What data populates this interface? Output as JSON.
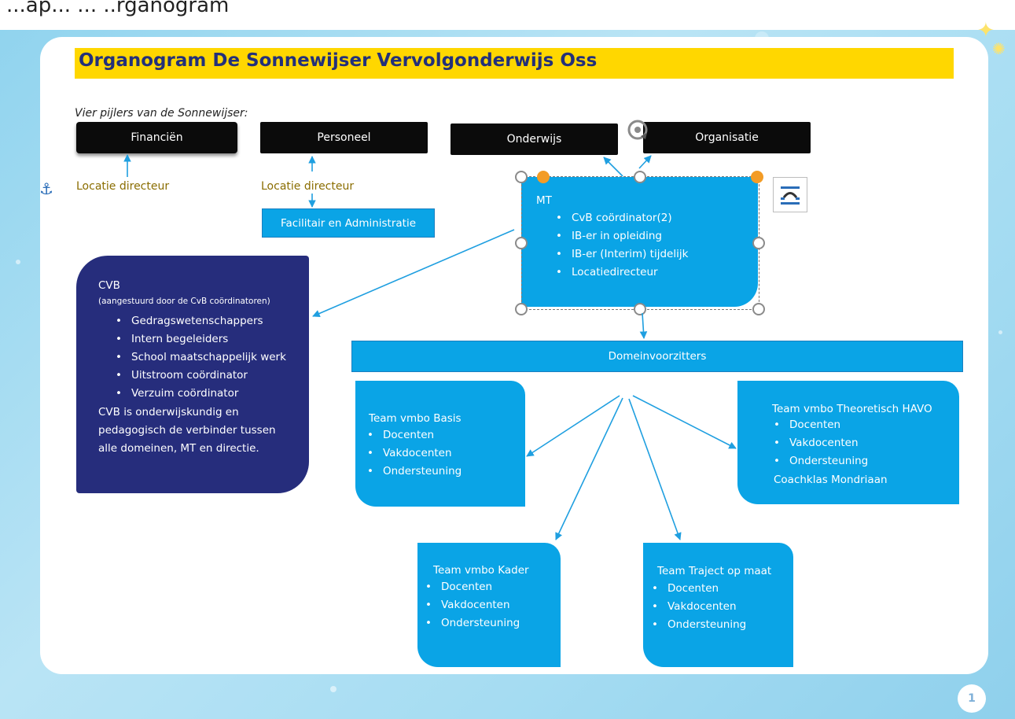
{
  "top_caption": "...ap... ... ..rganogram",
  "title": "Organogram De Sonnewijser Vervolgonderwijs Oss",
  "subtitle": "Vier pijlers van de Sonnewijser:",
  "pillars": [
    "Financiën",
    "Personeel",
    "Onderwijs",
    "Organisatie"
  ],
  "loc_financien": "Locatie directeur",
  "loc_personeel": "Locatie directeur",
  "facilitair": "Facilitair en Administratie",
  "mt": {
    "title": "MT",
    "items": [
      "CvB coördinator(2)",
      "IB-er in opleiding",
      "IB-er (Interim) tijdelijk",
      "Locatiedirecteur"
    ]
  },
  "cvb": {
    "title": "CVB",
    "subtitle": "(aangestuurd door de CvB coördinatoren)",
    "items": [
      "Gedragswetenschappers",
      "Intern begeleiders",
      "School maatschappelijk werk",
      "Uitstroom coördinator",
      "Verzuim coördinator"
    ],
    "desc_1": "CVB is onderwijskundig  en",
    "desc_2": "pedagogisch de verbinder tussen",
    "desc_3": "alle domeinen, MT en directie."
  },
  "domein": "Domeinvoorzitters",
  "team_basis": {
    "title": "Team vmbo Basis",
    "items": [
      "Docenten",
      "Vakdocenten",
      "Ondersteuning"
    ]
  },
  "team_theo": {
    "title": "Team vmbo Theoretisch HAVO",
    "items": [
      "Docenten",
      "Vakdocenten",
      "Ondersteuning"
    ],
    "footer": "Coachklas  Mondriaan"
  },
  "team_kader": {
    "title": "Team  vmbo Kader",
    "items": [
      "Docenten",
      "Vakdocenten",
      "Ondersteuning"
    ]
  },
  "team_traject": {
    "title": "Team Traject op maat",
    "items": [
      "Docenten",
      "Vakdocenten",
      "Ondersteuning"
    ]
  },
  "page_number": "1",
  "colors": {
    "title_bg": "#ffd700",
    "title_text": "#23307a",
    "box_blue": "#0aa4e6",
    "cvb_bg": "#262d7c",
    "pillar_bg": "#0b0b0b",
    "location_text": "#8a6d00"
  },
  "icons": [
    "anchor-icon",
    "rotate-handle-icon",
    "layout-wrap-icon"
  ]
}
